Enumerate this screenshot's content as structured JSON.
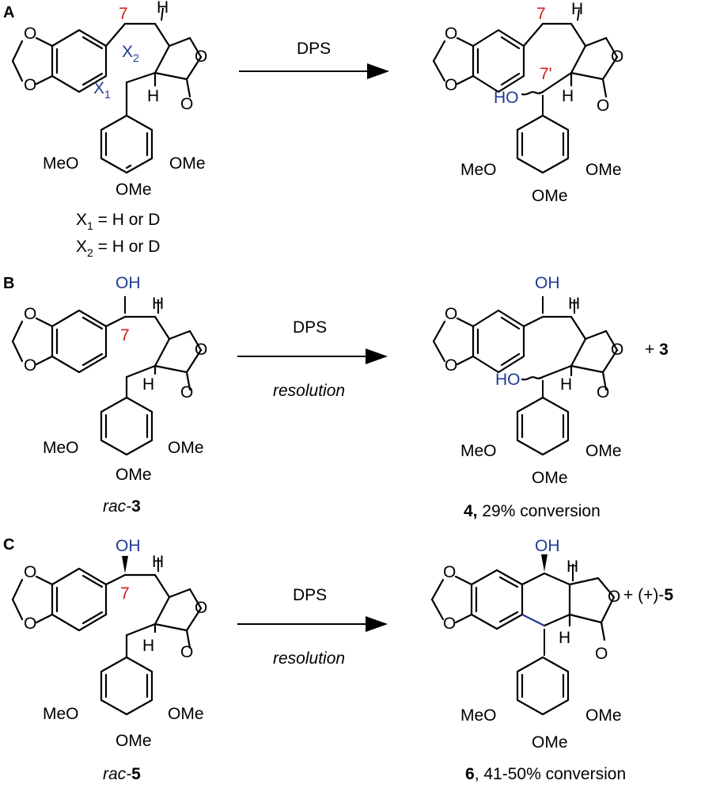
{
  "panels": [
    {
      "letter": "A",
      "reagent": "DPS",
      "sub_reagent": "",
      "start": {
        "pos7": "7",
        "x2": "X2",
        "x1": "X1",
        "h_top": "H",
        "h_bot": "H",
        "o": "O",
        "ome_left": "MeO",
        "ome_right": "OMe",
        "ome_bottom": "OMe"
      },
      "legend": [
        "X1 = H or D",
        "X2 = H or D"
      ],
      "product": {
        "pos7": "7",
        "pos7p": "7'",
        "ho": "HO",
        "h_top": "H",
        "h_bot": "H",
        "ome_left": "MeO",
        "ome_right": "OMe",
        "ome_bottom": "OMe"
      }
    },
    {
      "letter": "B",
      "reagent": "DPS",
      "sub_reagent": "resolution",
      "start": {
        "oh": "OH",
        "pos7": "7",
        "h_top": "H",
        "h_bot": "H",
        "ome_left": "MeO",
        "ome_right": "OMe",
        "ome_bottom": "OMe"
      },
      "start_label": {
        "prefix": "rac-",
        "num": "3"
      },
      "product": {
        "oh": "OH",
        "ho": "HO",
        "h_top": "H",
        "h_bot": "H",
        "ome_left": "MeO",
        "ome_right": "OMe",
        "ome_bottom": "OMe"
      },
      "plus": {
        "sign": "+ ",
        "num": "3"
      },
      "product_label": {
        "num": "4,",
        "text": " 29% conversion"
      }
    },
    {
      "letter": "C",
      "reagent": "DPS",
      "sub_reagent": "resolution",
      "start": {
        "oh": "OH",
        "pos7": "7",
        "h_top": "H",
        "h_bot": "H",
        "ome_left": "MeO",
        "ome_right": "OMe",
        "ome_bottom": "OMe"
      },
      "start_label": {
        "prefix": "rac-",
        "num": "5"
      },
      "product": {
        "oh": "OH",
        "h_top": "H",
        "h_bot": "H",
        "ome_left": "MeO",
        "ome_right": "OMe",
        "ome_bottom": "OMe"
      },
      "plus": {
        "sign": "+ (+)-",
        "num": "5"
      },
      "product_label": {
        "num": "6",
        "text": ", 41-50% conversion"
      }
    }
  ],
  "colors": {
    "highlight_blue": "#1f3a93",
    "label_red": "#d21f1f"
  }
}
